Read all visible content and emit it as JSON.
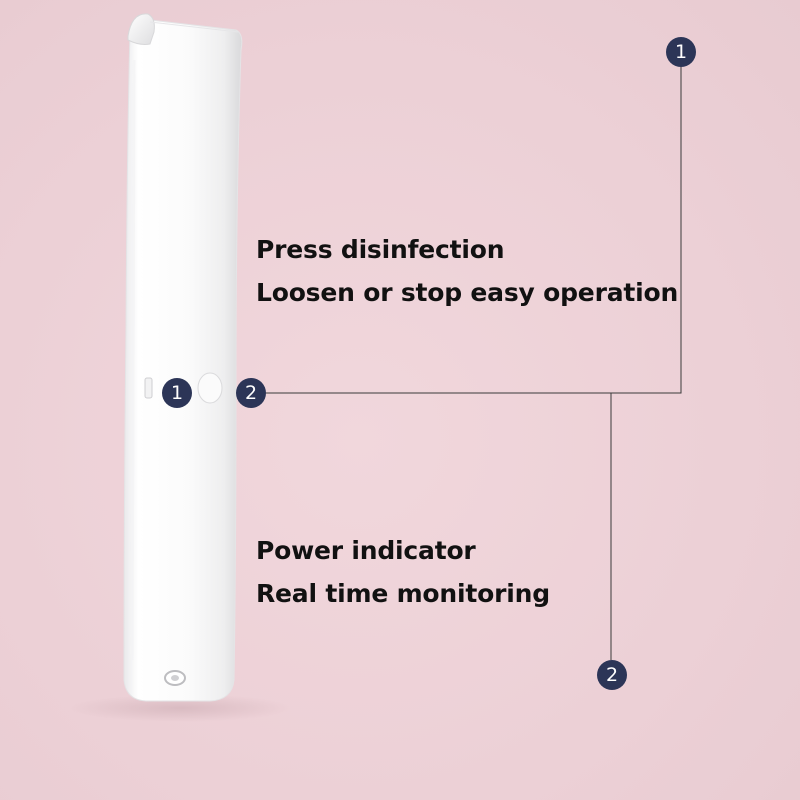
{
  "features": [
    {
      "lines": [
        "Press disinfection",
        "Loosen or stop easy operation"
      ]
    },
    {
      "lines": [
        "Power indicator",
        "Real time monitoring"
      ]
    }
  ],
  "badges": {
    "top": "1",
    "device_left": "1",
    "device_right": "2",
    "bottom": "2"
  },
  "colors": {
    "background": "#efd3d9",
    "badge": "#2c3557",
    "text": "#111111",
    "device": "#ffffff"
  }
}
